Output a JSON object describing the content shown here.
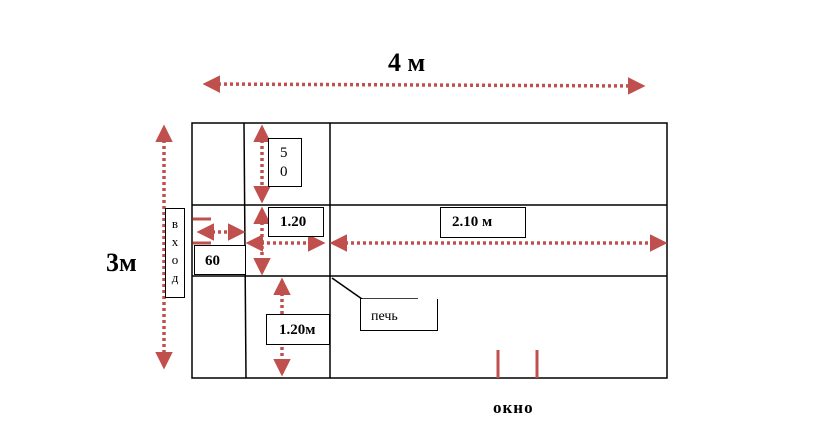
{
  "labels": {
    "width_total": "4 м",
    "height_total": "3м",
    "entrance_letters": [
      "в",
      "х",
      "о",
      "д"
    ],
    "dim_50_digits": [
      "5",
      "0"
    ],
    "dim_120_top": "1.20",
    "dim_210": "2.10 м",
    "dim_60": "60",
    "dim_120_bottom": "1.20м",
    "stove": "печь",
    "window": "окно"
  },
  "colors": {
    "arrow": "#c0504d",
    "line": "#000000"
  }
}
